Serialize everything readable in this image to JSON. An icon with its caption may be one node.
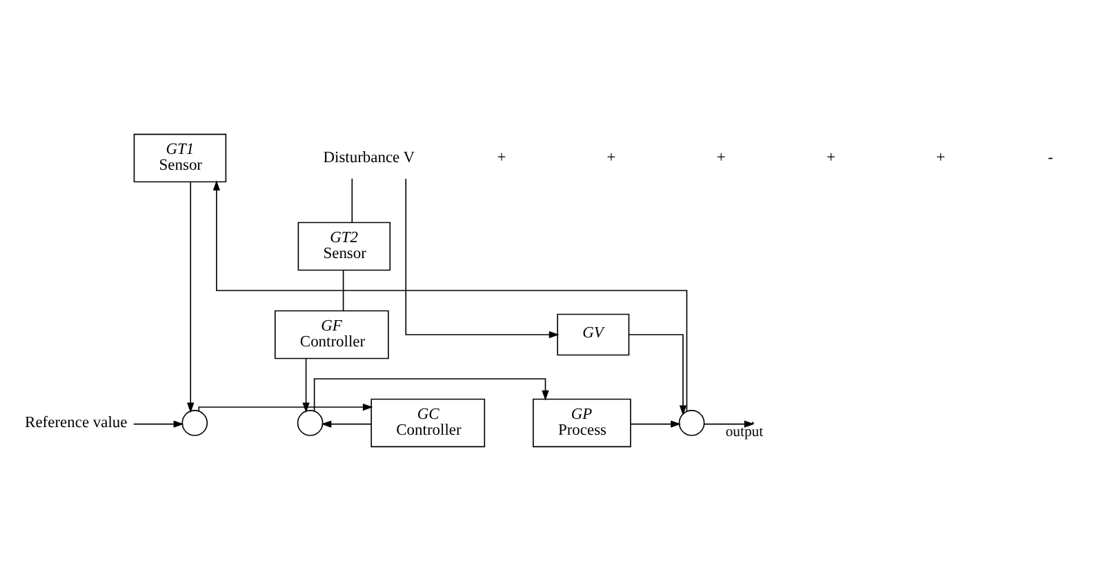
{
  "diagram": {
    "nodes": [
      {
        "text": [
          "Reference value"
        ]
      },
      {
        "text": [],
        "shape": "circle"
      },
      {
        "text": [
          "GC",
          "Controller"
        ]
      },
      {
        "text": [],
        "shape": "circle"
      },
      {
        "text": [
          "GP",
          "Process"
        ]
      },
      {
        "text": [],
        "shape": "circle"
      },
      {
        "text": [
          "GT1",
          "Sensor"
        ]
      },
      {
        "text": [
          "Disturbance V"
        ]
      },
      {
        "text": [
          "GT2",
          "Sensor"
        ]
      },
      {
        "text": [
          "GF",
          "Controller"
        ]
      },
      {
        "text": [
          "GV"
        ]
      }
    ],
    "edges": [
      {
        "from": 0,
        "to": 1,
        "arrow": "to"
      },
      {
        "from": 1,
        "to": 2,
        "arrow": "to"
      },
      {
        "from": 2,
        "to": 3,
        "arrow": "to"
      },
      {
        "from": 3,
        "to": 4,
        "arrow": "to"
      },
      {
        "from": 4,
        "to": 5,
        "arrow": "to"
      },
      {
        "from": 5,
        "to": null,
        "arrow": "to",
        "label": "output"
      },
      {
        "from": 5,
        "to": 6,
        "arrow": "to"
      },
      {
        "from": 6,
        "to": 1,
        "arrow": "to"
      },
      {
        "from": 7,
        "to": 10,
        "arrow": "to"
      },
      {
        "from": 7,
        "to": 8,
        "arrow": "none"
      },
      {
        "from": 8,
        "to": 9,
        "arrow": "none"
      },
      {
        "from": 9,
        "to": 3,
        "arrow": "to"
      },
      {
        "from": 10,
        "to": 5,
        "arrow": "to"
      }
    ],
    "labels": [
      "+",
      "+",
      "+",
      "+",
      "+",
      "-"
    ]
  }
}
